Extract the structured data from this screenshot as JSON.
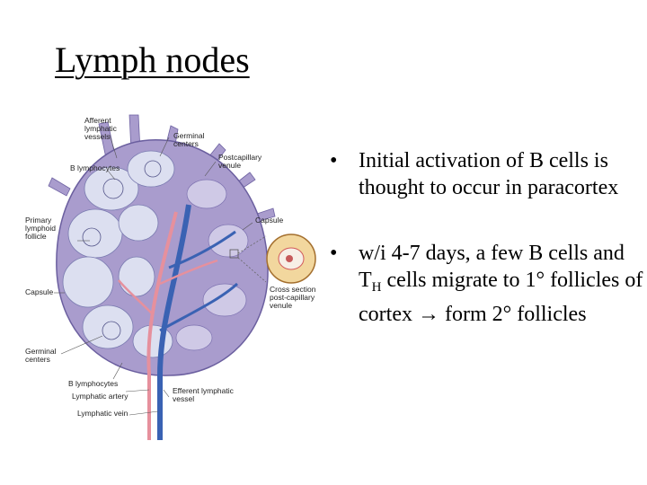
{
  "slide": {
    "title": "Lymph nodes",
    "bullets": [
      {
        "marker": "•",
        "text": "Initial activation of B cells is thought to occur in paracortex"
      },
      {
        "marker": "•",
        "segments": {
          "a": "w/i 4-7 days, a few B cells and T",
          "sub": "H",
          "b": " cells migrate to 1° follicles of cortex ",
          "arrow": "→",
          "c": " form 2° follicles"
        }
      }
    ]
  },
  "diagram": {
    "labels": {
      "afferent": [
        "Afferent",
        "lymphatic",
        "vessels"
      ],
      "germinal_top": [
        "Germinal",
        "centers"
      ],
      "postcapillary": [
        "Postcapillary",
        "venule"
      ],
      "b_lymph_top": "B lymphocytes",
      "primary": [
        "Primary",
        "lymphoid",
        "follicle"
      ],
      "capsule_right": "Capsule",
      "capsule_left": "Capsule",
      "cross_section": [
        "Cross section",
        "post-capillary",
        "venule"
      ],
      "germinal_bottom": [
        "Germinal",
        "centers"
      ],
      "b_lymph_bottom": "B lymphocytes",
      "lymph_artery": "Lymphatic artery",
      "efferent": [
        "Efferent lymphatic",
        "vessel"
      ],
      "lymph_vein": "Lymphatic vein"
    },
    "colors": {
      "capsule": "#a99ccd",
      "follicle": "#dcdff0",
      "vessel_blue": "#3a62b3",
      "artery_pink": "#e6909d",
      "inset_fill": "#f2d79e"
    }
  }
}
